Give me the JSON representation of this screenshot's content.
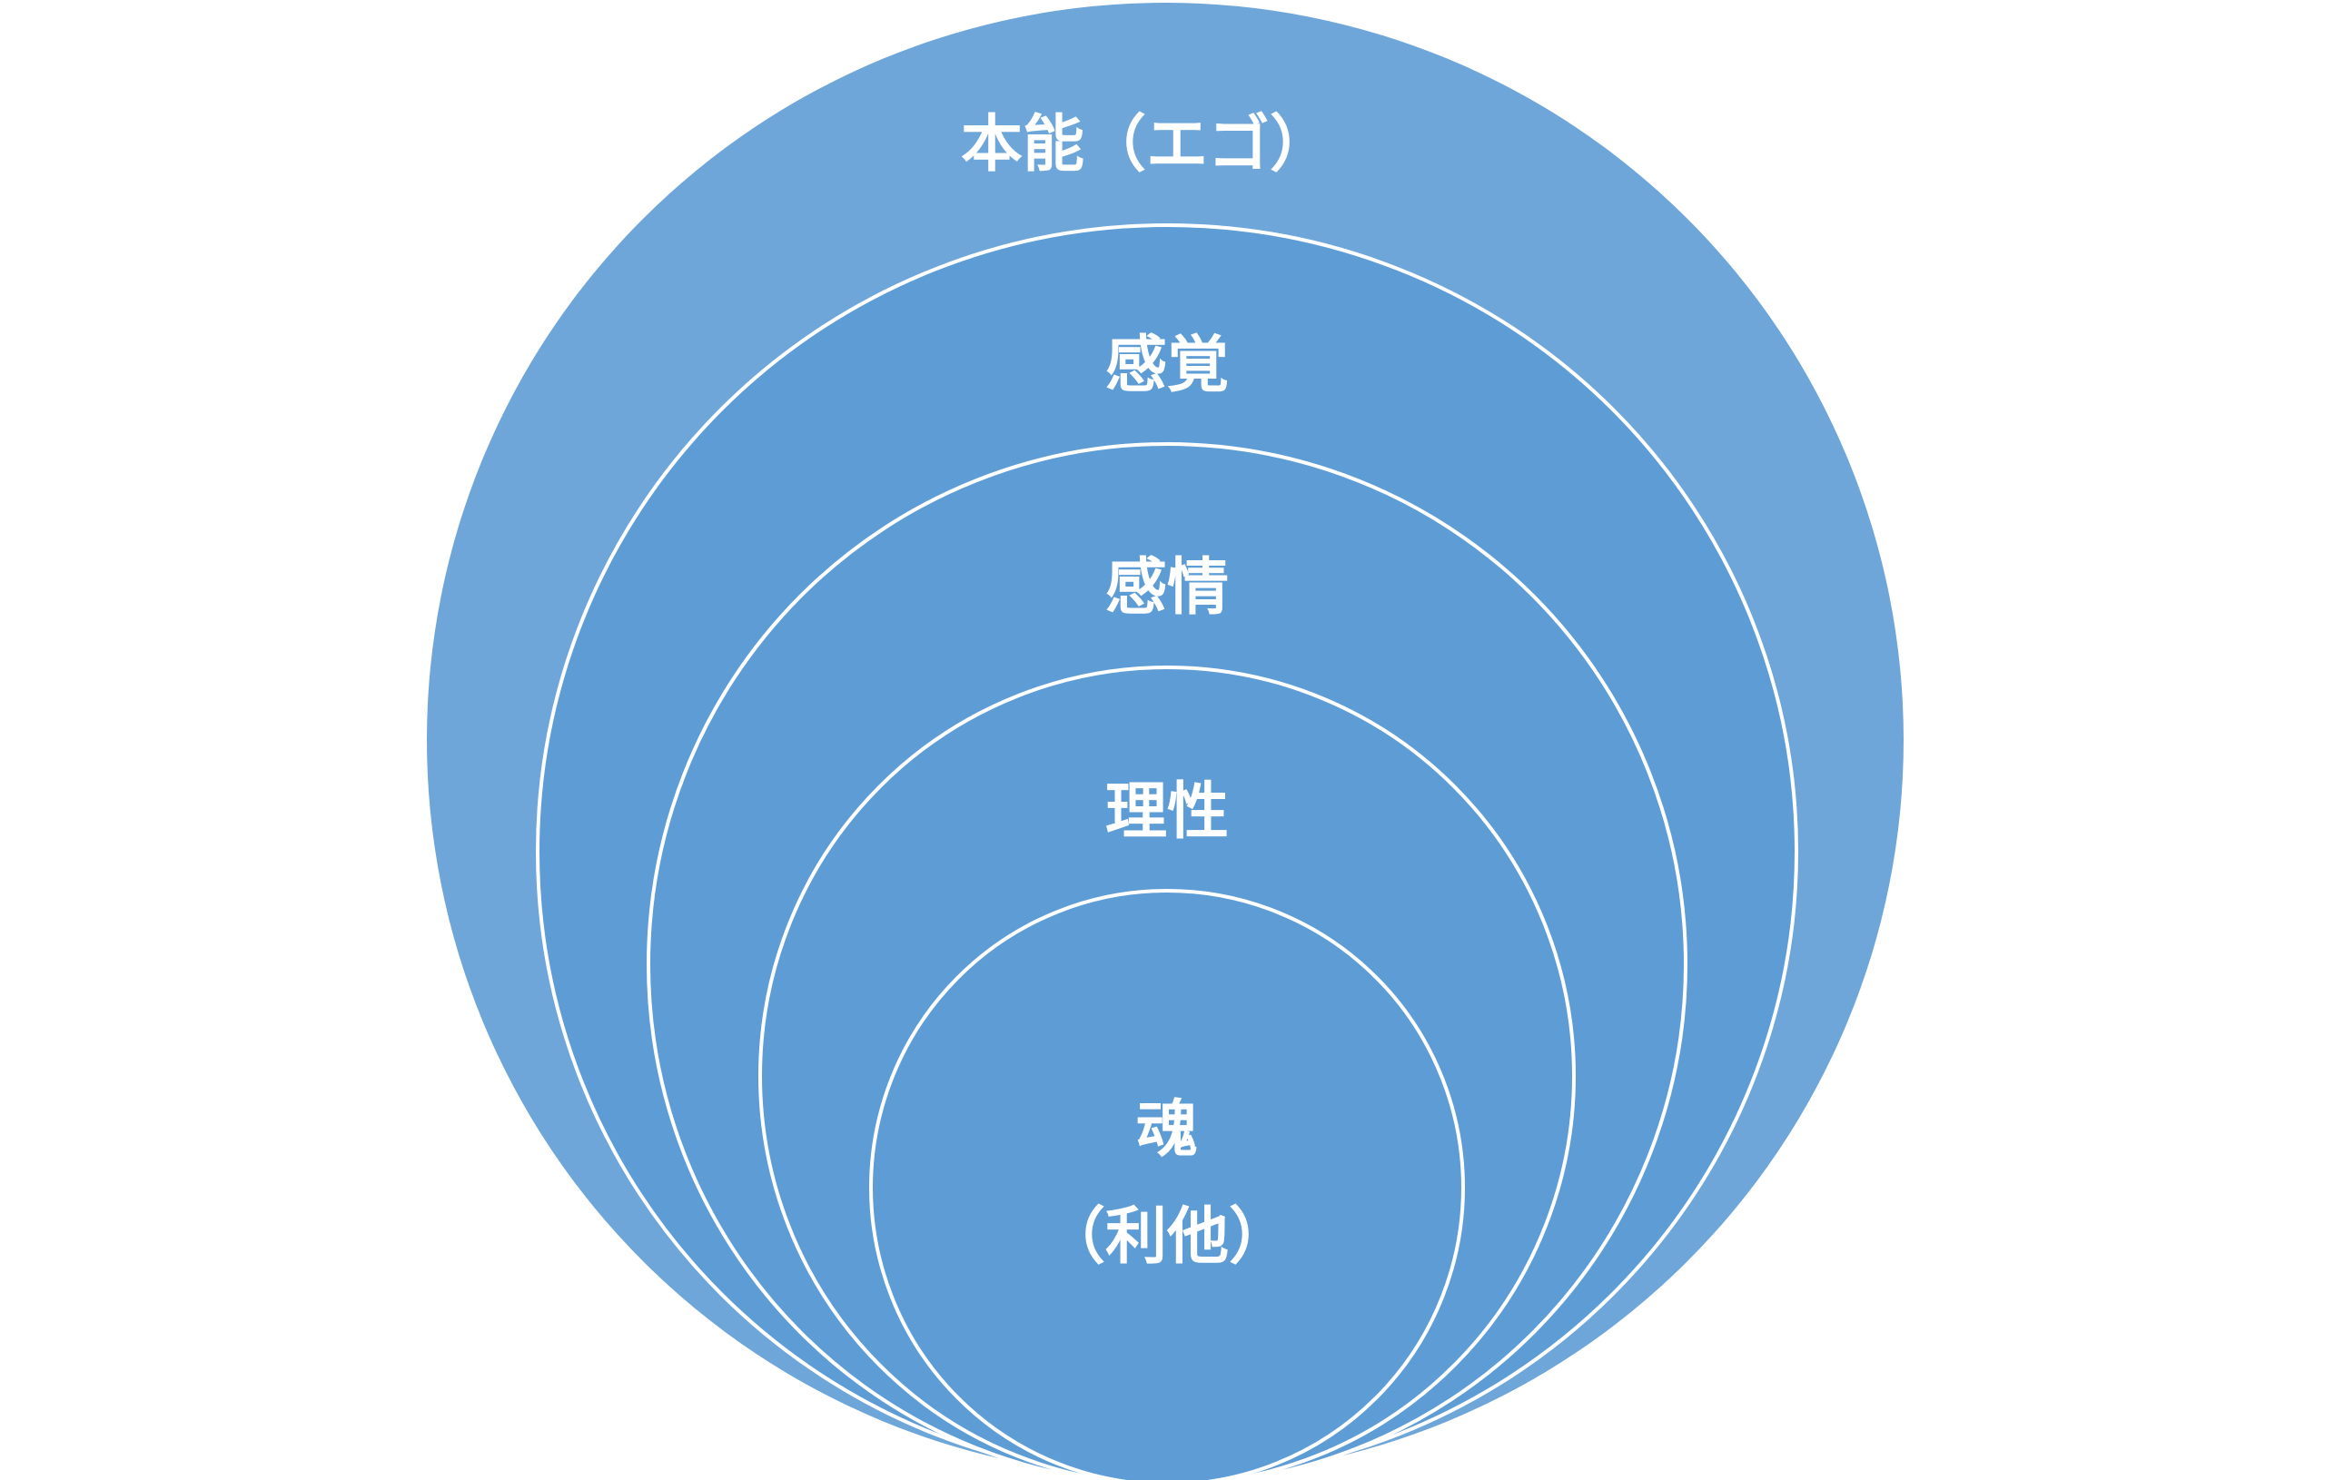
{
  "layers": [
    {
      "id": "instinct",
      "label": "本能（エゴ）"
    },
    {
      "id": "sense",
      "label": "感覚"
    },
    {
      "id": "emotion",
      "label": "感情"
    },
    {
      "id": "reason",
      "label": "理性"
    },
    {
      "id": "soul",
      "label": "魂",
      "sublabel": "（利他）"
    }
  ],
  "colors": {
    "outer_fill": "#6ea6d9",
    "inner_fill": "#5e9cd5",
    "stroke": "#ffffff",
    "text": "#ffffff",
    "background": "#ffffff"
  }
}
